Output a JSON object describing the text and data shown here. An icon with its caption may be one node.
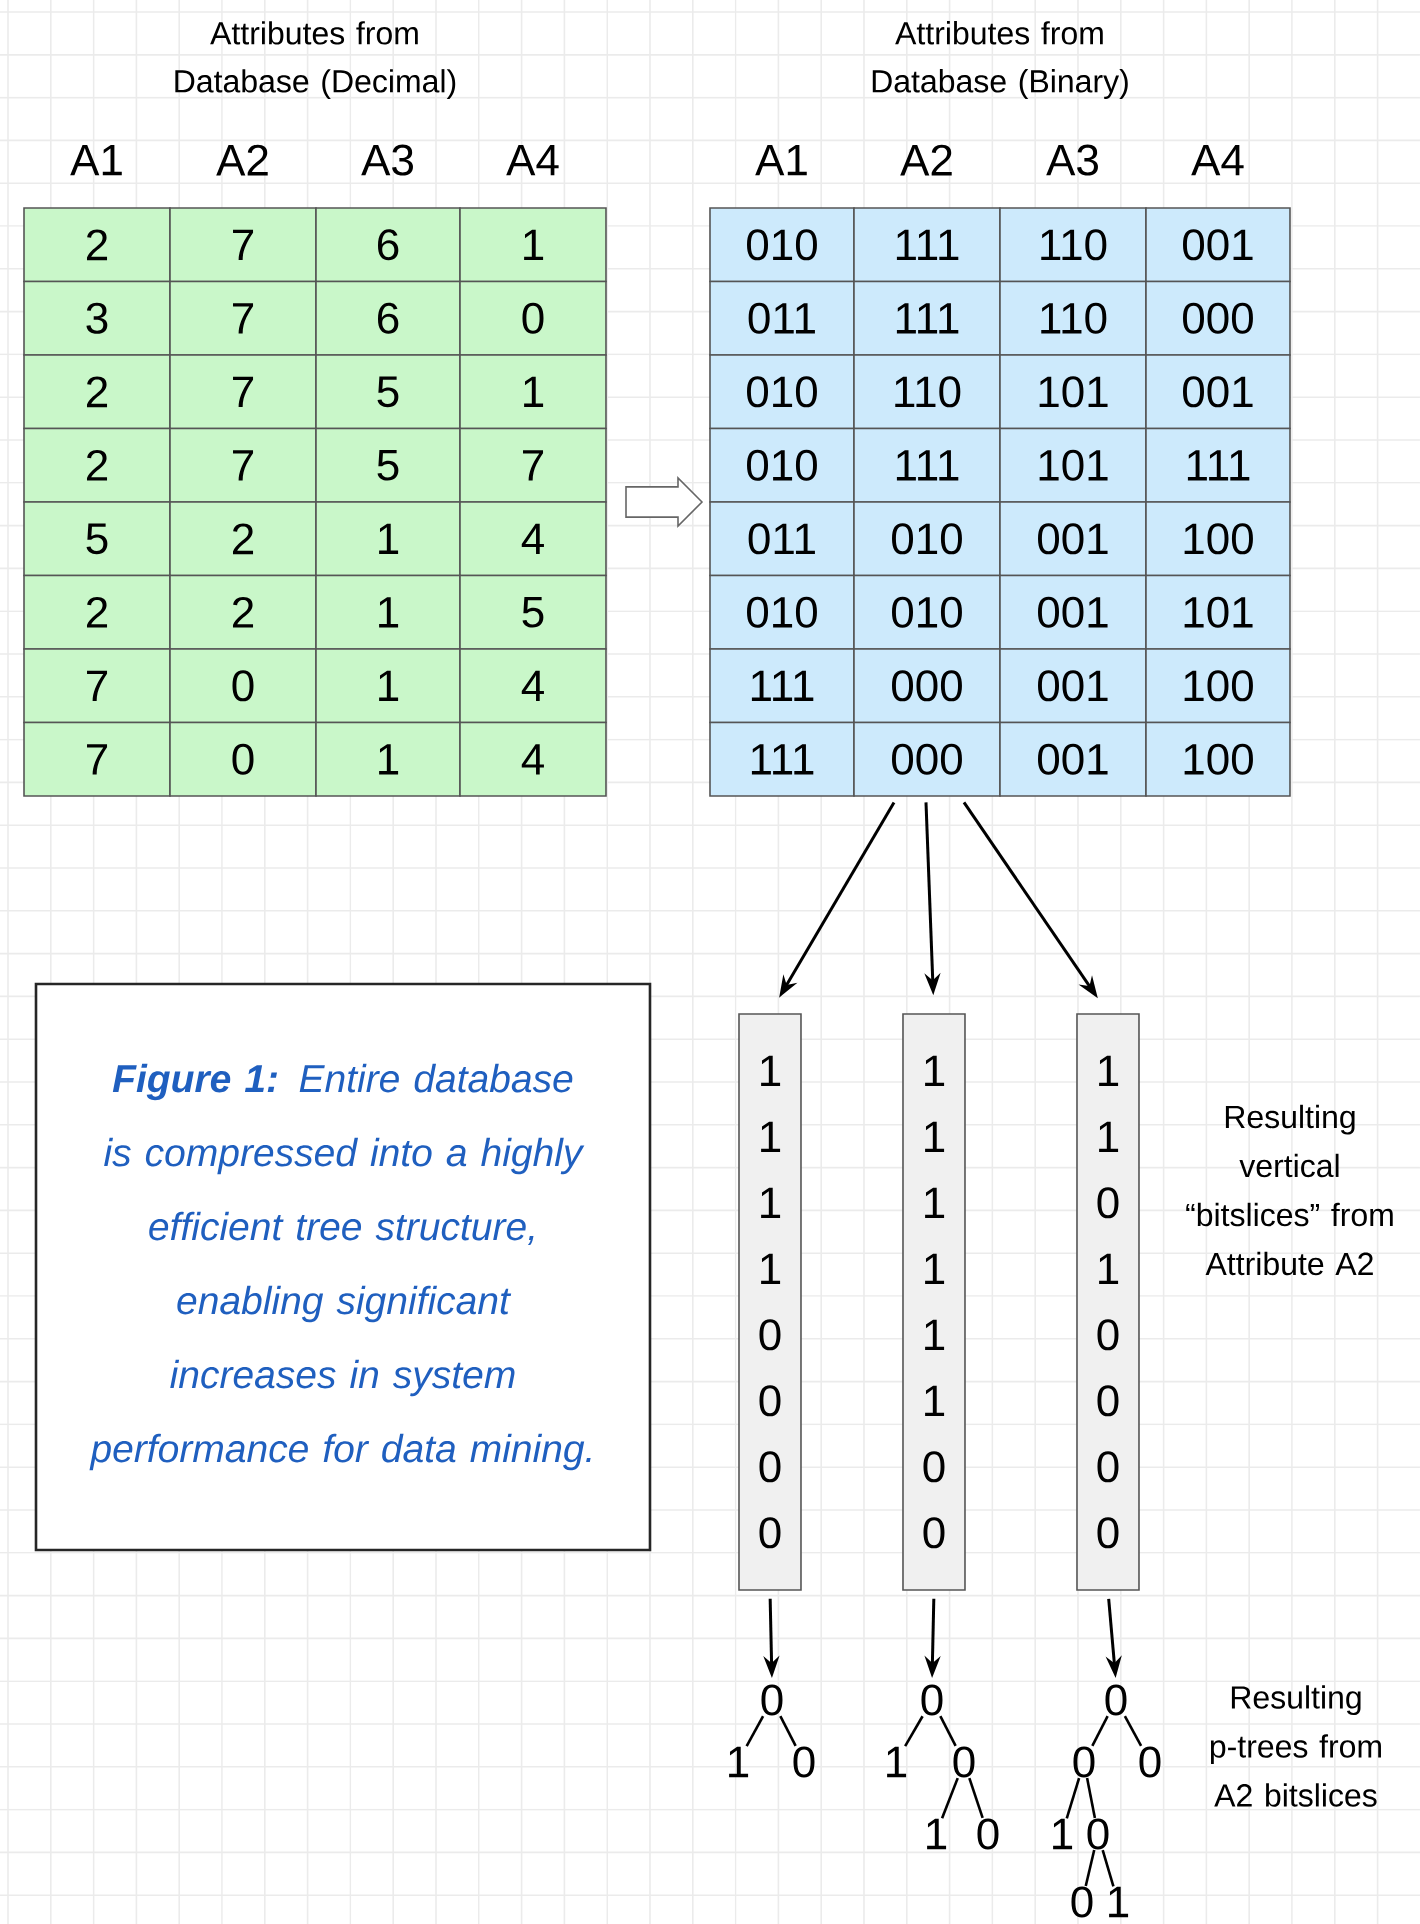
{
  "diagram": {
    "nodes": [
      {
        "text": [
          "Attributes from Database (Decimal)",
          "A1",
          "A2",
          "A3",
          "A4",
          "2",
          "7",
          "6",
          "1",
          "3",
          "7",
          "6",
          "0",
          "2",
          "7",
          "5",
          "1",
          "2",
          "7",
          "5",
          "7",
          "5",
          "2",
          "1",
          "4",
          "2",
          "2",
          "1",
          "5",
          "7",
          "0",
          "1",
          "4",
          "7",
          "0",
          "1",
          "4"
        ]
      },
      {
        "text": [
          "Attributes from Database (Binary)",
          "A1",
          "A2",
          "A3",
          "A4",
          "010",
          "111",
          "110",
          "001",
          "011",
          "111",
          "110",
          "000",
          "010",
          "110",
          "101",
          "001",
          "010",
          "111",
          "101",
          "111",
          "011",
          "010",
          "001",
          "100",
          "010",
          "010",
          "001",
          "101",
          "111",
          "000",
          "001",
          "100",
          "111",
          "000",
          "001",
          "100"
        ]
      },
      {
        "text": [
          "1 1 1 1 0 0 0 0"
        ]
      },
      {
        "text": [
          "1 1 1 1 1 1 0 0"
        ]
      },
      {
        "text": [
          "1 1 0 1 0 0 0 0"
        ]
      },
      {
        "text": [
          "**Figure 1:** Entire database is compressed into a highly efficient tree structure, enabling significant increases in system performance for data mining."
        ]
      },
      {
        "text": [
          "0"
        ]
      },
      {
        "text": [
          "1"
        ]
      },
      {
        "text": [
          "0"
        ]
      },
      {
        "text": [
          "0"
        ]
      },
      {
        "text": [
          "1"
        ]
      },
      {
        "text": [
          "0"
        ]
      },
      {
        "text": [
          "1"
        ]
      },
      {
        "text": [
          "0"
        ]
      },
      {
        "text": [
          "0"
        ]
      },
      {
        "text": [
          "0"
        ]
      },
      {
        "text": [
          "0"
        ]
      },
      {
        "text": [
          "1"
        ]
      },
      {
        "text": [
          "0"
        ]
      },
      {
        "text": [
          "0"
        ]
      },
      {
        "text": [
          "1"
        ]
      }
    ],
    "edges": [
      {
        "from": 0,
        "to": 1,
        "arrow": "to"
      },
      {
        "from": 1,
        "to": 2,
        "arrow": "to"
      },
      {
        "from": 1,
        "to": 3,
        "arrow": "to"
      },
      {
        "from": 1,
        "to": 4,
        "arrow": "to"
      },
      {
        "from": 2,
        "to": 6,
        "arrow": "to"
      },
      {
        "from": 3,
        "to": 9,
        "arrow": "to"
      },
      {
        "from": 4,
        "to": 14,
        "arrow": "to"
      },
      {
        "from": 6,
        "to": 7,
        "arrow": "none"
      },
      {
        "from": 6,
        "to": 8,
        "arrow": "none"
      },
      {
        "from": 9,
        "to": 10,
        "arrow": "none"
      },
      {
        "from": 9,
        "to": 11,
        "arrow": "none"
      },
      {
        "from": 11,
        "to": 12,
        "arrow": "none"
      },
      {
        "from": 11,
        "to": 13,
        "arrow": "none"
      },
      {
        "from": 14,
        "to": 15,
        "arrow": "none"
      },
      {
        "from": 14,
        "to": 16,
        "arrow": "none"
      },
      {
        "from": 15,
        "to": 17,
        "arrow": "none"
      },
      {
        "from": 15,
        "to": 18,
        "arrow": "none"
      },
      {
        "from": 18,
        "to": 19,
        "arrow": "none"
      },
      {
        "from": 18,
        "to": 20,
        "arrow": "none"
      }
    ],
    "labels": [
      "Resulting vertical “bitslices” from Attribute A2",
      "Resulting p-trees from A2 bitslices"
    ]
  }
}
